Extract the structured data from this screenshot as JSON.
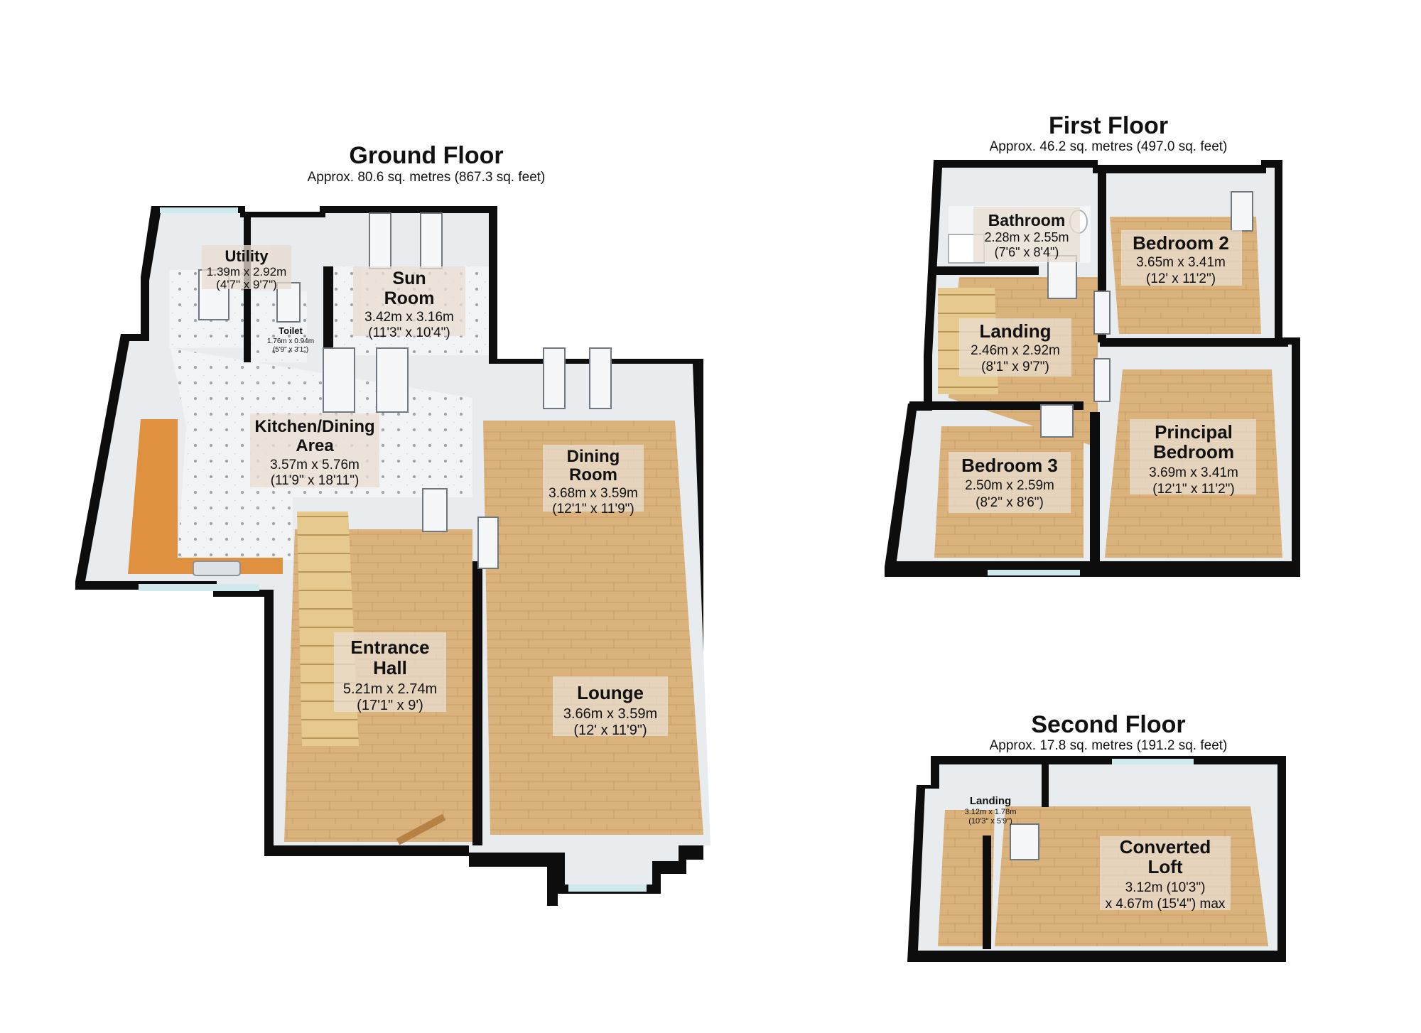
{
  "floors": [
    {
      "title": "Ground Floor",
      "approx": "Approx. 80.6 sq. metres (867.3 sq. feet)",
      "rooms": [
        {
          "name": [
            "Utility"
          ],
          "dims": [
            "1.39m x 2.92m",
            "(4'7\" x 9'7\")"
          ]
        },
        {
          "name": [
            "Toilet"
          ],
          "dims": [
            "1.76m x 0.94m",
            "(5'9\" x 3'1\")"
          ]
        },
        {
          "name": [
            "Sun",
            "Room"
          ],
          "dims": [
            "3.42m x 3.16m",
            "(11'3\" x 10'4\")"
          ]
        },
        {
          "name": [
            "Kitchen/Dining",
            "Area"
          ],
          "dims": [
            "3.57m x 5.76m",
            "(11'9\" x 18'11\")"
          ]
        },
        {
          "name": [
            "Dining",
            "Room"
          ],
          "dims": [
            "3.68m x 3.59m",
            "(12'1\" x 11'9\")"
          ]
        },
        {
          "name": [
            "Entrance",
            "Hall"
          ],
          "dims": [
            "5.21m x 2.74m",
            "(17'1\" x 9')"
          ]
        },
        {
          "name": [
            "Lounge"
          ],
          "dims": [
            "3.66m x 3.59m",
            "(12' x 11'9\")"
          ]
        }
      ]
    },
    {
      "title": "First Floor",
      "approx": "Approx. 46.2 sq. metres (497.0 sq. feet)",
      "rooms": [
        {
          "name": [
            "Bathroom"
          ],
          "dims": [
            "2.28m x 2.55m",
            "(7'6\" x 8'4\")"
          ]
        },
        {
          "name": [
            "Bedroom 2"
          ],
          "dims": [
            "3.65m x 3.41m",
            "(12' x 11'2\")"
          ]
        },
        {
          "name": [
            "Landing"
          ],
          "dims": [
            "2.46m x 2.92m",
            "(8'1\" x 9'7\")"
          ]
        },
        {
          "name": [
            "Bedroom 3"
          ],
          "dims": [
            "2.50m x 2.59m",
            "(8'2\" x 8'6\")"
          ]
        },
        {
          "name": [
            "Principal",
            "Bedroom"
          ],
          "dims": [
            "3.69m x 3.41m",
            "(12'1\" x 11'2\")"
          ]
        }
      ]
    },
    {
      "title": "Second Floor",
      "approx": "Approx. 17.8 sq. metres (191.2 sq. feet)",
      "rooms": [
        {
          "name": [
            "Landing"
          ],
          "dims": [
            "3.12m x 1.78m",
            "(10'3\" x 5'9\")"
          ]
        },
        {
          "name": [
            "Converted",
            "Loft"
          ],
          "dims": [
            "3.12m (10'3\")",
            "x 4.67m (15'4\") max"
          ]
        }
      ]
    }
  ],
  "colors": {
    "wall": "#0d0d0d",
    "wall_inner": "#e9ecef",
    "wood": "#d9b27c",
    "wood_dark": "#c8985e",
    "tile": "#f1f3f5",
    "tile_dot": "#9aa3ad",
    "counter": "#e0913f",
    "stair": "#e5c98f",
    "label_bg": "#e8ddd0",
    "bath_floor": "#f3f5f6",
    "glass": "#cfe9ec"
  }
}
